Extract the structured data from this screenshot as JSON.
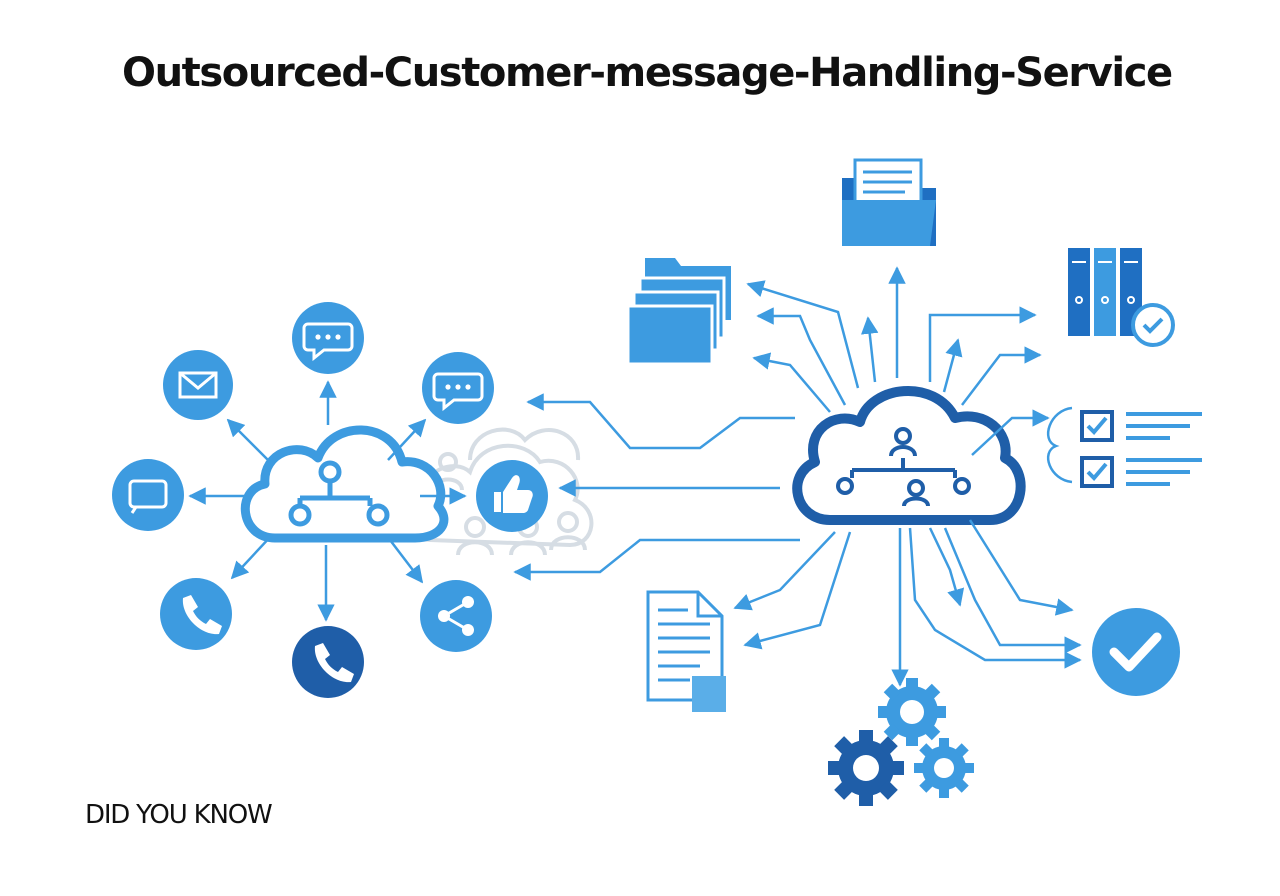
{
  "title": "Outsourced-Customer-message-Handling-Service",
  "footer": "DID YOU KNOW",
  "colors": {
    "light_blue": "#3d9be0",
    "dark_blue": "#1f5ea8",
    "navy": "#1a4a8a",
    "faded": "#d6dde4",
    "text": "#111111"
  },
  "diagram": {
    "left_hub": {
      "name": "channel-cloud",
      "icons": [
        "chat-bubble-icon",
        "chat-bubble-icon",
        "envelope-icon",
        "message-box-icon",
        "phone-icon",
        "phone-icon",
        "share-icon",
        "thumbs-up-icon"
      ]
    },
    "right_hub": {
      "name": "service-cloud",
      "icons": [
        "file-folder-icon",
        "folder-stack-icon",
        "binders-check-icon",
        "checklist-icon",
        "document-icon",
        "gears-icon",
        "checkmark-icon"
      ]
    }
  }
}
